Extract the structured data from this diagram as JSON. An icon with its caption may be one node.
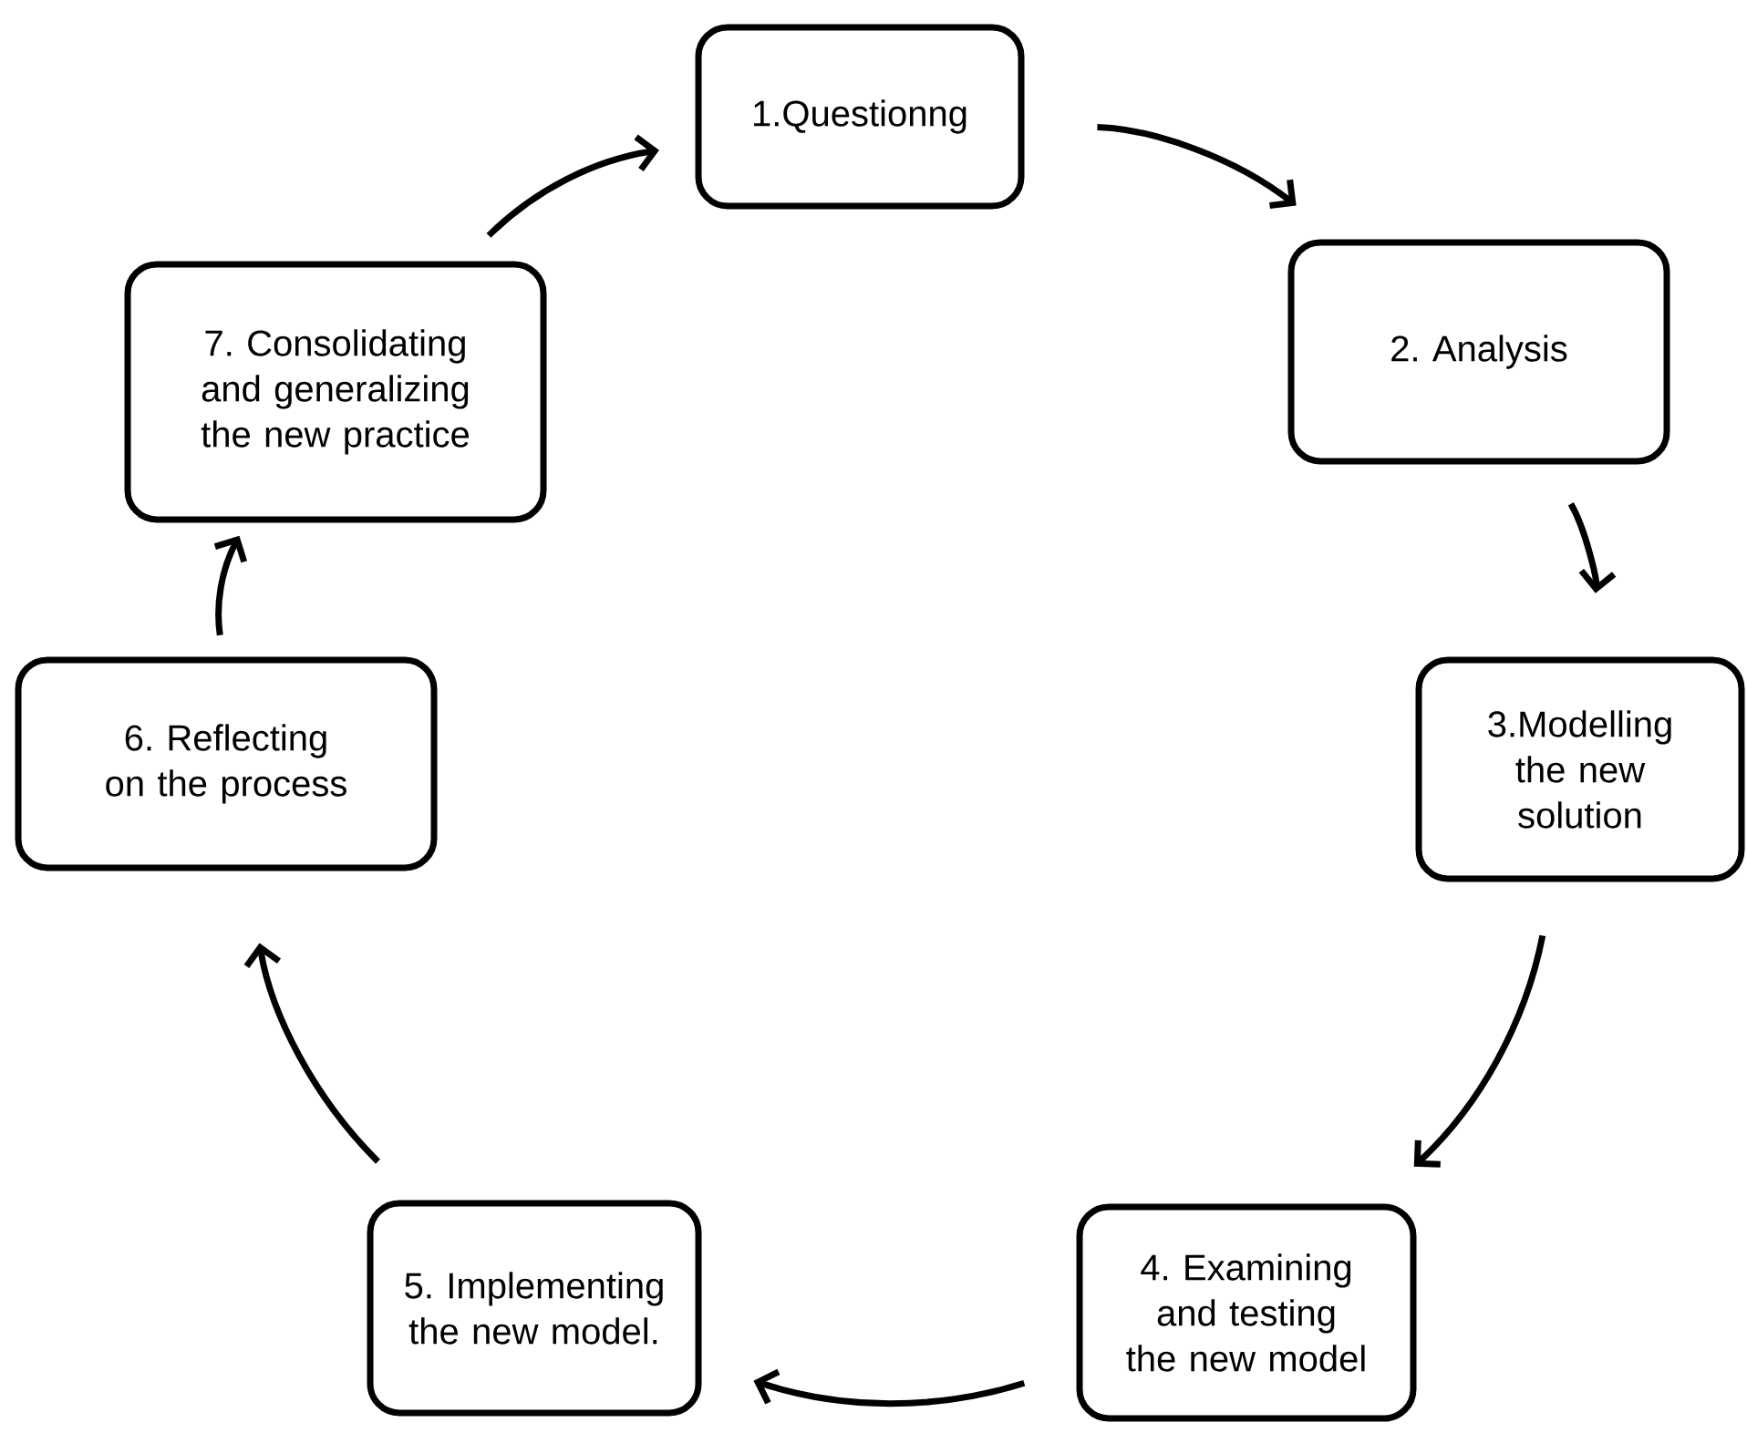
{
  "diagram": {
    "nodes": [
      {
        "text": [
          "1.Questionng"
        ]
      },
      {
        "text": [
          "2. Analysis"
        ]
      },
      {
        "text": [
          "3.Modelling the new solution"
        ]
      },
      {
        "text": [
          "4. Examining and testing the new model"
        ]
      },
      {
        "text": [
          "5. Implementing the new model."
        ]
      },
      {
        "text": [
          "6. Reflecting on the process"
        ]
      },
      {
        "text": [
          "7. Consolidating and generalizing the new practice"
        ]
      }
    ],
    "edges": [
      {
        "from": 0,
        "to": 1,
        "arrow": "to"
      },
      {
        "from": 1,
        "to": 2,
        "arrow": "to"
      },
      {
        "from": 2,
        "to": 3,
        "arrow": "to"
      },
      {
        "from": 3,
        "to": 4,
        "arrow": "to"
      },
      {
        "from": 4,
        "to": 5,
        "arrow": "to"
      },
      {
        "from": 5,
        "to": 6,
        "arrow": "to"
      },
      {
        "from": 6,
        "to": 0,
        "arrow": "to"
      }
    ]
  }
}
